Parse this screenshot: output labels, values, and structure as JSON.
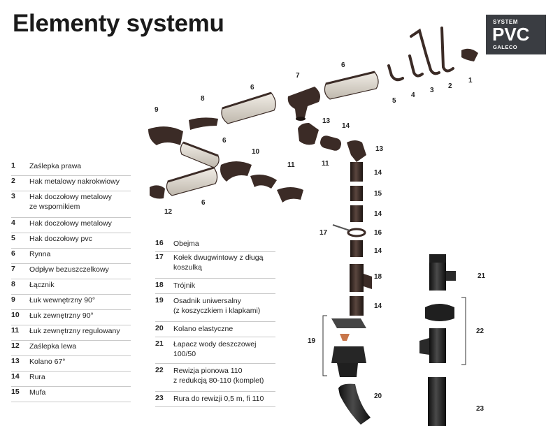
{
  "title": "Elementy systemu",
  "badge": {
    "line1": "SYSTEM",
    "line2": "PVC",
    "line3": "GALECO"
  },
  "legend": [
    {
      "num": "1",
      "label": "Zaślepka prawa"
    },
    {
      "num": "2",
      "label": "Hak metalowy nakrokwiowy"
    },
    {
      "num": "3",
      "label": "Hak doczołowy metalowy\nze wspornikiem"
    },
    {
      "num": "4",
      "label": "Hak doczołowy metalowy"
    },
    {
      "num": "5",
      "label": "Hak doczołowy pvc"
    },
    {
      "num": "6",
      "label": "Rynna"
    },
    {
      "num": "7",
      "label": "Odpływ bezuszczelkowy"
    },
    {
      "num": "8",
      "label": "Łącznik"
    },
    {
      "num": "9",
      "label": "Łuk wewnętrzny 90°"
    },
    {
      "num": "10",
      "label": "Łuk zewnętrzny 90°"
    },
    {
      "num": "11",
      "label": "Łuk zewnętrzny regulowany"
    },
    {
      "num": "12",
      "label": "Zaślepka lewa"
    },
    {
      "num": "13",
      "label": "Kolano 67°"
    },
    {
      "num": "14",
      "label": "Rura"
    },
    {
      "num": "15",
      "label": "Mufa"
    },
    {
      "num": "16",
      "label": "Obejma"
    },
    {
      "num": "17",
      "label": "Kołek dwugwintowy z długą\nkoszulką"
    },
    {
      "num": "18",
      "label": "Trójnik"
    },
    {
      "num": "19",
      "label": "Osadnik uniwersalny\n(z koszyczkiem i klapkami)"
    },
    {
      "num": "20",
      "label": "Kolano elastyczne"
    },
    {
      "num": "21",
      "label": "Łapacz wody deszczowej\n100/50"
    },
    {
      "num": "22",
      "label": "Rewizja pionowa 110\nz redukcją 80-110 (komplet)"
    },
    {
      "num": "23",
      "label": "Rura do rewizji 0,5 m, fi 110"
    }
  ],
  "callouts": [
    "1",
    "2",
    "3",
    "4",
    "5",
    "6",
    "6",
    "6",
    "6",
    "7",
    "8",
    "9",
    "10",
    "11",
    "11",
    "12",
    "13",
    "13",
    "14",
    "14",
    "14",
    "14",
    "14",
    "15",
    "16",
    "17",
    "18",
    "19",
    "20",
    "21",
    "22",
    "23"
  ],
  "colors": {
    "part": "#3b2b26",
    "part_light": "#d9d4cc",
    "pipe_black": "#1f1f1f",
    "badge_bg": "#3a3d42"
  }
}
